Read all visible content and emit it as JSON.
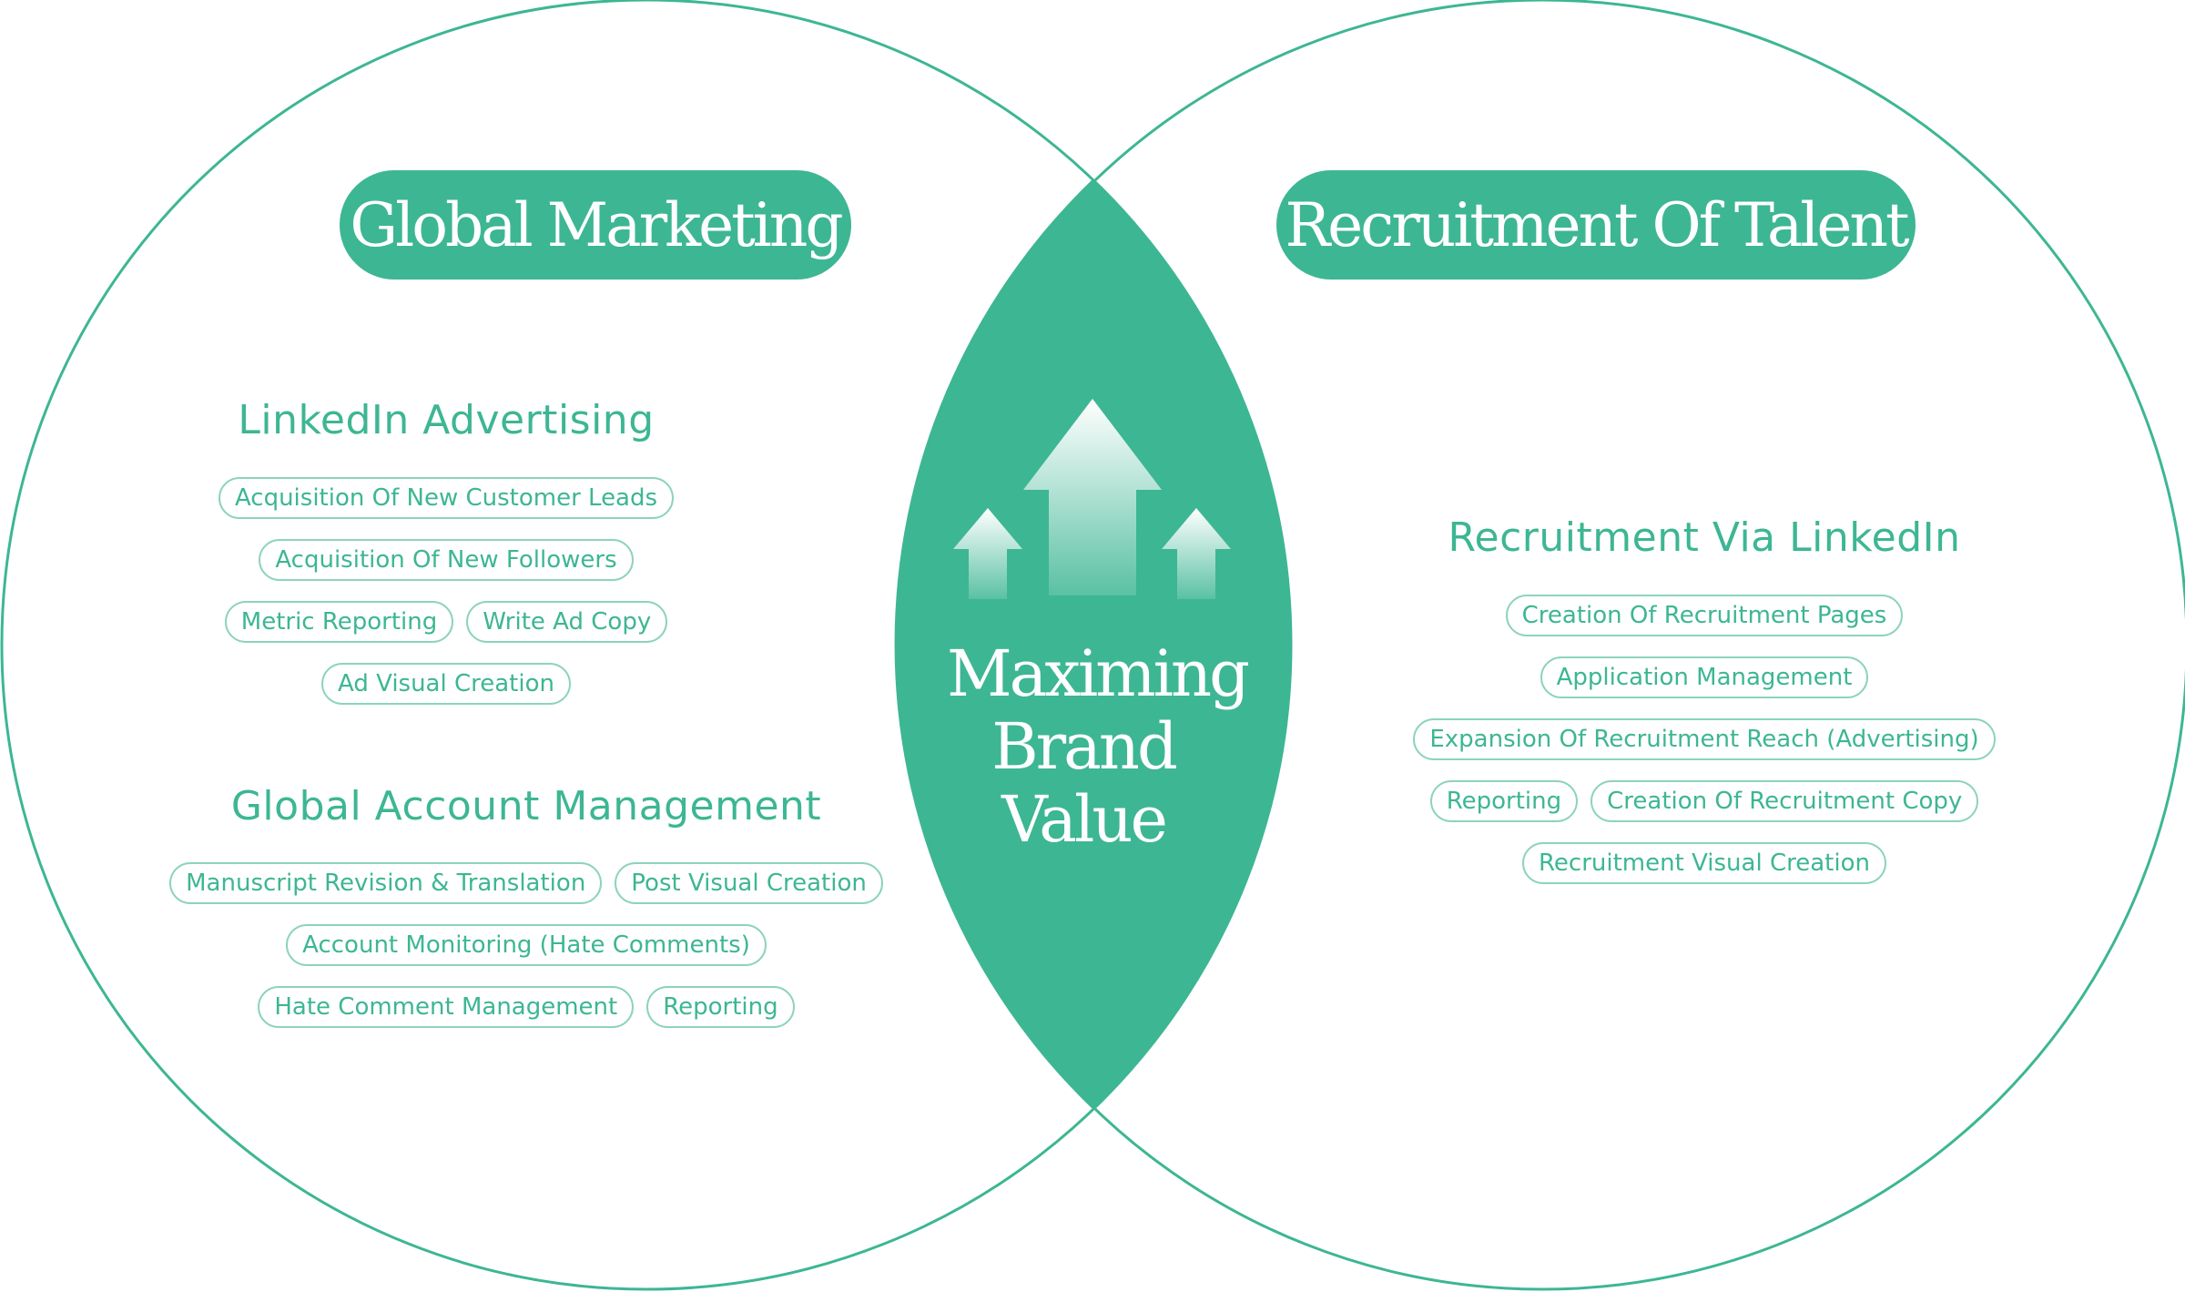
{
  "colors": {
    "accent": "#3db693",
    "tag_border": "#8dd3bd",
    "background": "#ffffff"
  },
  "left_circle": {
    "title": "Global Marketing",
    "sections": [
      {
        "title": "LinkedIn Advertising",
        "tag_rows": [
          [
            "Acquisition Of New Customer Leads"
          ],
          [
            "Acquisition Of New Followers"
          ],
          [
            "Metric Reporting",
            "Write Ad Copy"
          ],
          [
            "Ad Visual Creation"
          ]
        ]
      },
      {
        "title": "Global Account Management",
        "tag_rows": [
          [
            "Manuscript Revision & Translation",
            "Post Visual Creation"
          ],
          [
            "Account Monitoring (Hate Comments)"
          ],
          [
            "Hate Comment Management",
            "Reporting"
          ]
        ]
      }
    ]
  },
  "right_circle": {
    "title": "Recruitment Of Talent",
    "sections": [
      {
        "title": "Recruitment Via LinkedIn",
        "tag_rows": [
          [
            "Creation Of Recruitment Pages"
          ],
          [
            "Application Management"
          ],
          [
            "Expansion Of Recruitment Reach (Advertising)"
          ],
          [
            "Reporting",
            "Creation Of Recruitment Copy"
          ],
          [
            "Recruitment Visual Creation"
          ]
        ]
      }
    ]
  },
  "overlap": {
    "lines": [
      "Maximing",
      "Brand",
      "Value"
    ],
    "icon": "rising-arrows-icon"
  }
}
